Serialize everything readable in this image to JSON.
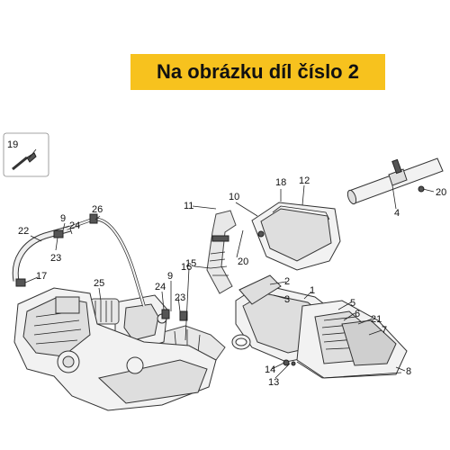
{
  "banner": {
    "text": "Na obrázku díl číslo 2",
    "color": "#f7c21e"
  },
  "callouts": {
    "c1": "1",
    "c2": "2",
    "c3": "3",
    "c4": "4",
    "c5": "5",
    "c6": "6",
    "c7": "7",
    "c8": "8",
    "c9a": "9",
    "c9b": "9",
    "c10": "10",
    "c11": "11",
    "c12": "12",
    "c13": "13",
    "c14": "14",
    "c15": "15",
    "c16": "16",
    "c17": "17",
    "c18": "18",
    "c19": "19",
    "c20a": "20",
    "c20b": "20",
    "c21": "21",
    "c22": "22",
    "c23a": "23",
    "c23b": "23",
    "c24a": "24",
    "c24b": "24",
    "c25": "25",
    "c26": "26"
  }
}
